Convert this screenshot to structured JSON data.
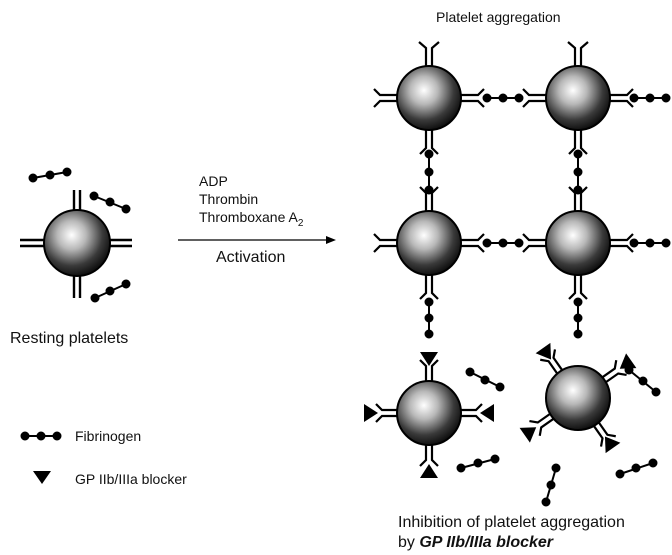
{
  "title": "Platelet aggregation",
  "stimuli": {
    "line1": "ADP",
    "line2": "Thrombin",
    "line3_main": "Thromboxane A",
    "line3_sub": "2"
  },
  "arrow_label": "Activation",
  "resting_label": "Resting platelets",
  "legend": {
    "fibrinogen": "Fibrinogen",
    "blocker": "GP IIb/IIIa blocker"
  },
  "inhibition": {
    "line1": "Inhibition of platelet aggregation",
    "line2_prefix": "by ",
    "line2_bold": "GP IIb/IIIa blocker"
  }
}
